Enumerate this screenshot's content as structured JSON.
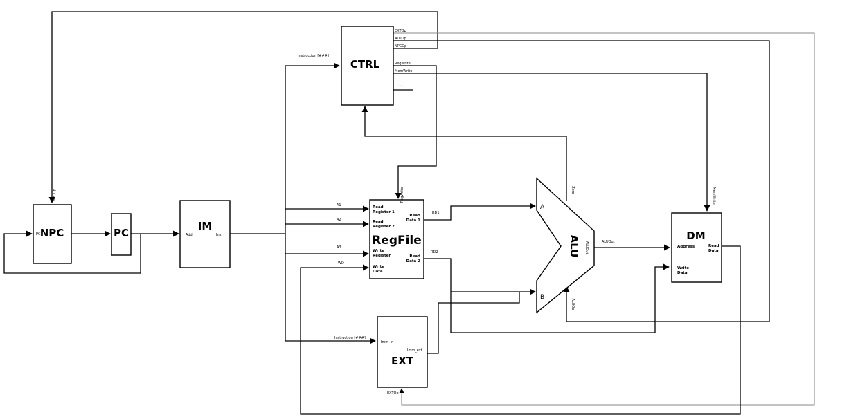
{
  "blocks": {
    "npc": {
      "label": "NPC",
      "pc_port": "PC",
      "npcop_label": "NPCOp"
    },
    "pc": {
      "label": "PC"
    },
    "im": {
      "label": "IM",
      "addr_port": "Addr",
      "ins_port": "Ins."
    },
    "ctrl": {
      "label": "CTRL",
      "outputs": [
        "EXTOp",
        "ALUOp",
        "NPCOp",
        "RegWrite",
        "MemWrite"
      ],
      "more": "..."
    },
    "regfile": {
      "label": "RegFile",
      "regwrite_label": "RegWrite",
      "ports_in": [
        [
          "Read",
          "Register 1"
        ],
        [
          "Read",
          "Register 2"
        ],
        [
          "Write",
          "Register"
        ],
        [
          "Write",
          "Data"
        ]
      ],
      "ports_out": [
        [
          "Read",
          "Data 1"
        ],
        [
          "Read",
          "Data 2"
        ]
      ]
    },
    "alu": {
      "label": "ALU",
      "in_a": "A",
      "in_b": "B",
      "out_port": "ALUOut",
      "zero": "Zero",
      "aluop": "ALUOp"
    },
    "dm": {
      "label": "DM",
      "address_port": "Address",
      "read_port": [
        "Read",
        "Data"
      ],
      "write_port": [
        "Write",
        "Data"
      ],
      "memwrite": "MemWrite"
    },
    "ext": {
      "label": "EXT",
      "in_port": "Imm_in",
      "out_port": "Imm_ext",
      "extop": "EXTOp"
    }
  },
  "signals": {
    "instruction_ctrl": "Instruction [###]",
    "instruction_ext": "Instruction [###]",
    "a1": "A1",
    "a2": "A2",
    "a3": "A3",
    "wd": "WD",
    "rd1": "RD1",
    "rd2": "RD2",
    "aluout": "ALUOut"
  }
}
